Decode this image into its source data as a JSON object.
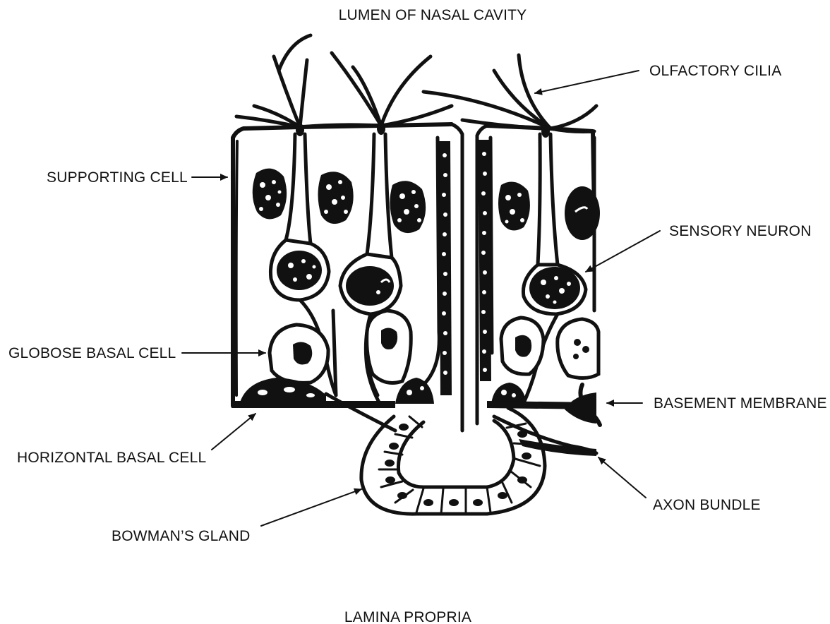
{
  "labels": {
    "lumen": "LUMEN OF NASAL CAVITY",
    "olfactory_cilia": "OLFACTORY CILIA",
    "supporting_cell": "SUPPORTING CELL",
    "sensory_neuron": "SENSORY NEURON",
    "globose_basal_cell": "GLOBOSE BASAL CELL",
    "basement_membrane": "BASEMENT MEMBRANE",
    "horizontal_basal_cell": "HORIZONTAL BASAL CELL",
    "axon_bundle": "AXON BUNDLE",
    "bowmans_gland": "BOWMAN’S GLAND",
    "lamina_propria": "LAMINA PROPRIA"
  },
  "colors": {
    "ink": "#111111",
    "background": "#ffffff"
  }
}
